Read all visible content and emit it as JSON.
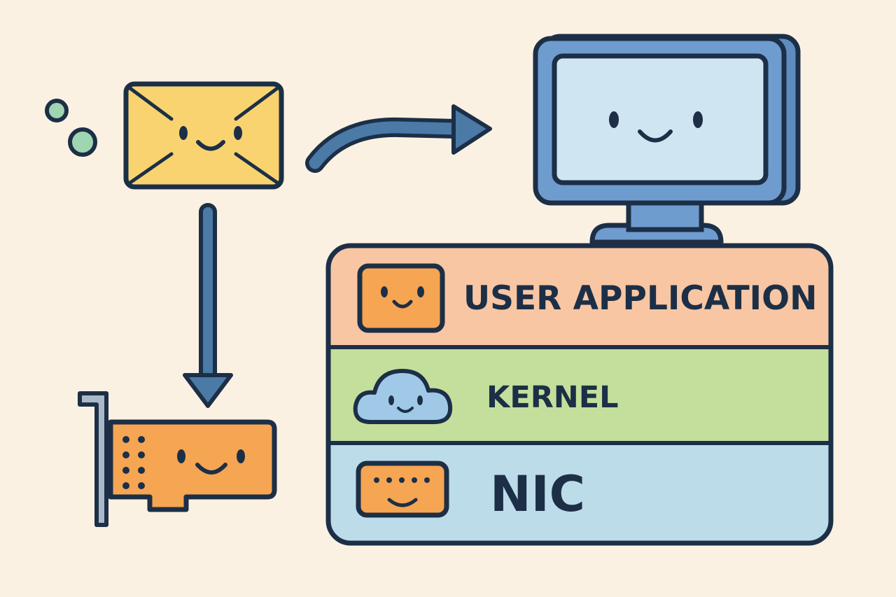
{
  "layers": {
    "user_application": {
      "label": "USER APPLICATION",
      "color": "#f8c6a3"
    },
    "kernel": {
      "label": "KERNEL",
      "color": "#c4df9b"
    },
    "nic": {
      "label": "NIC",
      "color": "#bcdcea"
    }
  },
  "colors": {
    "background": "#fbf1e2",
    "outline": "#1c2f47",
    "arrow": "#4b7aa6",
    "envelope": "#f9d36f",
    "nic_card": "#f6a552",
    "monitor_frame": "#6f9ccf",
    "monitor_screen": "#cfe6f2",
    "dots": "#9fd5b0"
  },
  "icons": {
    "envelope": "envelope-icon",
    "monitor": "computer-monitor-icon",
    "network_card": "network-card-icon",
    "app": "app-window-icon",
    "kernel": "cloud-icon",
    "nic": "keyboard-port-icon"
  }
}
